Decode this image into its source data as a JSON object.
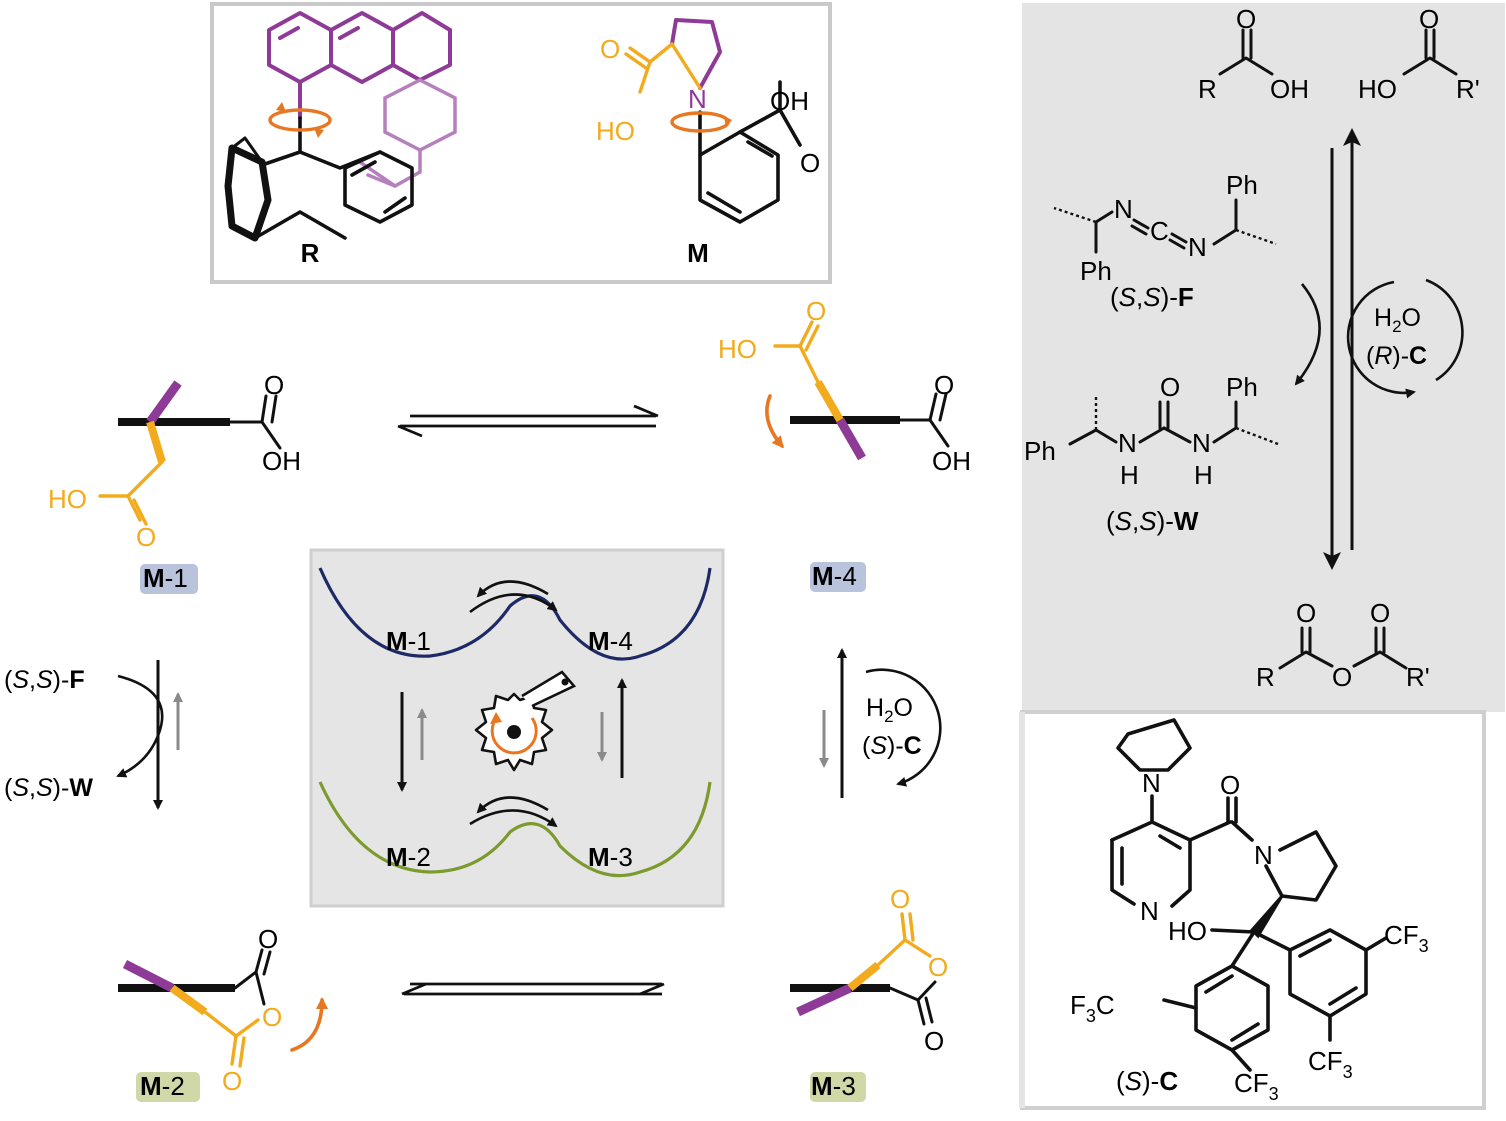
{
  "structures": {
    "R": "R",
    "M": "M",
    "M_OH": "OH",
    "M_HO": "HO",
    "M_N": "N"
  },
  "states": {
    "m1": "M-1",
    "m2": "M-2",
    "m3": "M-3",
    "m4": "M-4"
  },
  "energy": {
    "m1": "M-1",
    "m2": "M-2",
    "m3": "M-3",
    "m4": "M-4"
  },
  "reagents": {
    "F": "(S,S)-F",
    "W": "(S,S)-W",
    "water": "H2O",
    "catS": "(S)-C",
    "catR": "(R)-C"
  },
  "panel": {
    "acid1": "R",
    "acid1_oh": "OH",
    "acid2_ho": "HO",
    "acid2": "R'",
    "anhydride_r": "R",
    "anhydride_o": "O",
    "anhydride_r2": "R'",
    "catalyst_label": "(S)-C",
    "CF3": "CF3",
    "F3C": "F3C",
    "HO": "HO",
    "N": "N",
    "O": "O",
    "H": "H",
    "Ph": "Ph",
    "C": "C"
  },
  "colors": {
    "purple": "#8e3a97",
    "yellow": "#f2ab1c",
    "orange": "#e87722",
    "navy": "#1e2a66",
    "olive": "#7d9a2e",
    "panel_grey": "#e4e4e4",
    "m1_badge": "#b9c3dc",
    "m2_badge": "#cfd8a6"
  }
}
